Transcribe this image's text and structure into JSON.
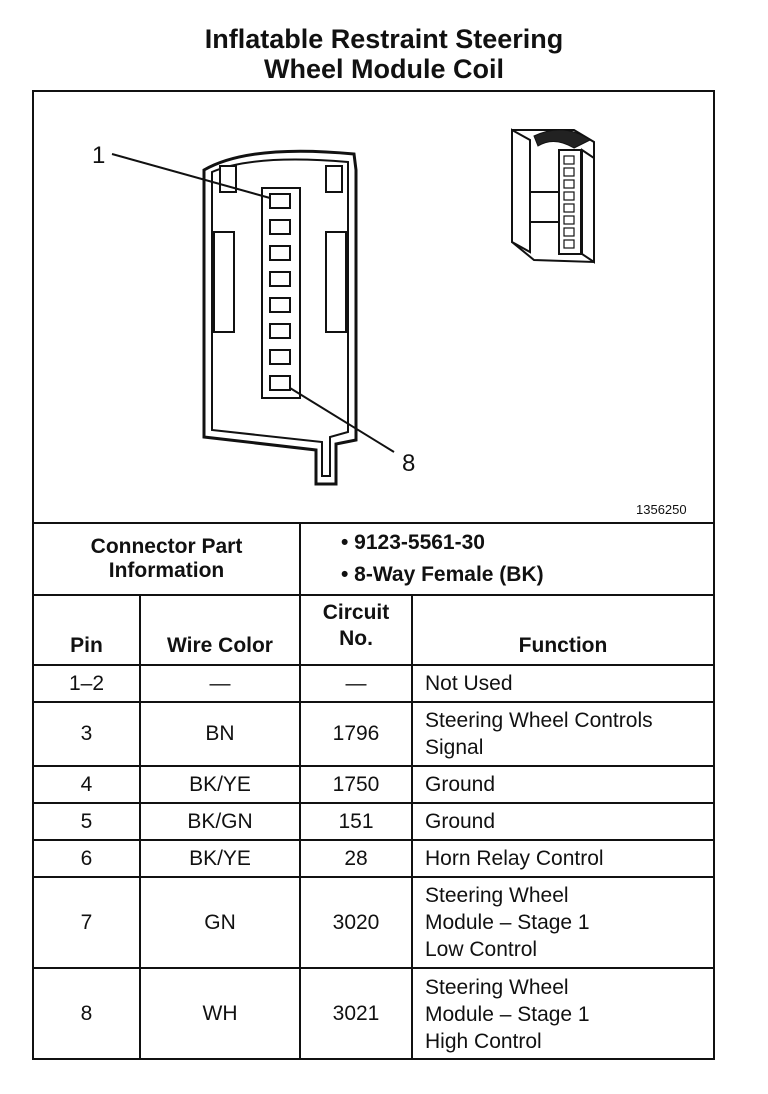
{
  "title_lines": [
    "Inflatable Restraint Steering",
    "Wheel Module Coil"
  ],
  "diagram": {
    "callouts": [
      "1",
      "8"
    ],
    "part_code": "1356250",
    "cavity_count": 8
  },
  "connector_info": {
    "label_lines": [
      "Connector Part",
      "Information"
    ],
    "details": [
      "• 9123-5561-30",
      "• 8-Way Female (BK)"
    ]
  },
  "table": {
    "headers": {
      "pin": "Pin",
      "wire_color": "Wire Color",
      "circuit_lines": [
        "Circuit",
        "No."
      ],
      "function": "Function"
    },
    "rows": [
      {
        "pin": "1–2",
        "wire": "—",
        "circuit": "—",
        "function": [
          "Not Used"
        ]
      },
      {
        "pin": "3",
        "wire": "BN",
        "circuit": "1796",
        "function": [
          "Steering Wheel Controls",
          "Signal"
        ]
      },
      {
        "pin": "4",
        "wire": "BK/YE",
        "circuit": "1750",
        "function": [
          "Ground"
        ]
      },
      {
        "pin": "5",
        "wire": "BK/GN",
        "circuit": "151",
        "function": [
          "Ground"
        ]
      },
      {
        "pin": "6",
        "wire": "BK/YE",
        "circuit": "28",
        "function": [
          "Horn Relay Control"
        ]
      },
      {
        "pin": "7",
        "wire": "GN",
        "circuit": "3020",
        "function": [
          "Steering Wheel",
          "Module – Stage 1",
          "Low Control"
        ]
      },
      {
        "pin": "8",
        "wire": "WH",
        "circuit": "3021",
        "function": [
          "Steering Wheel",
          "Module – Stage 1",
          "High Control"
        ]
      }
    ]
  }
}
